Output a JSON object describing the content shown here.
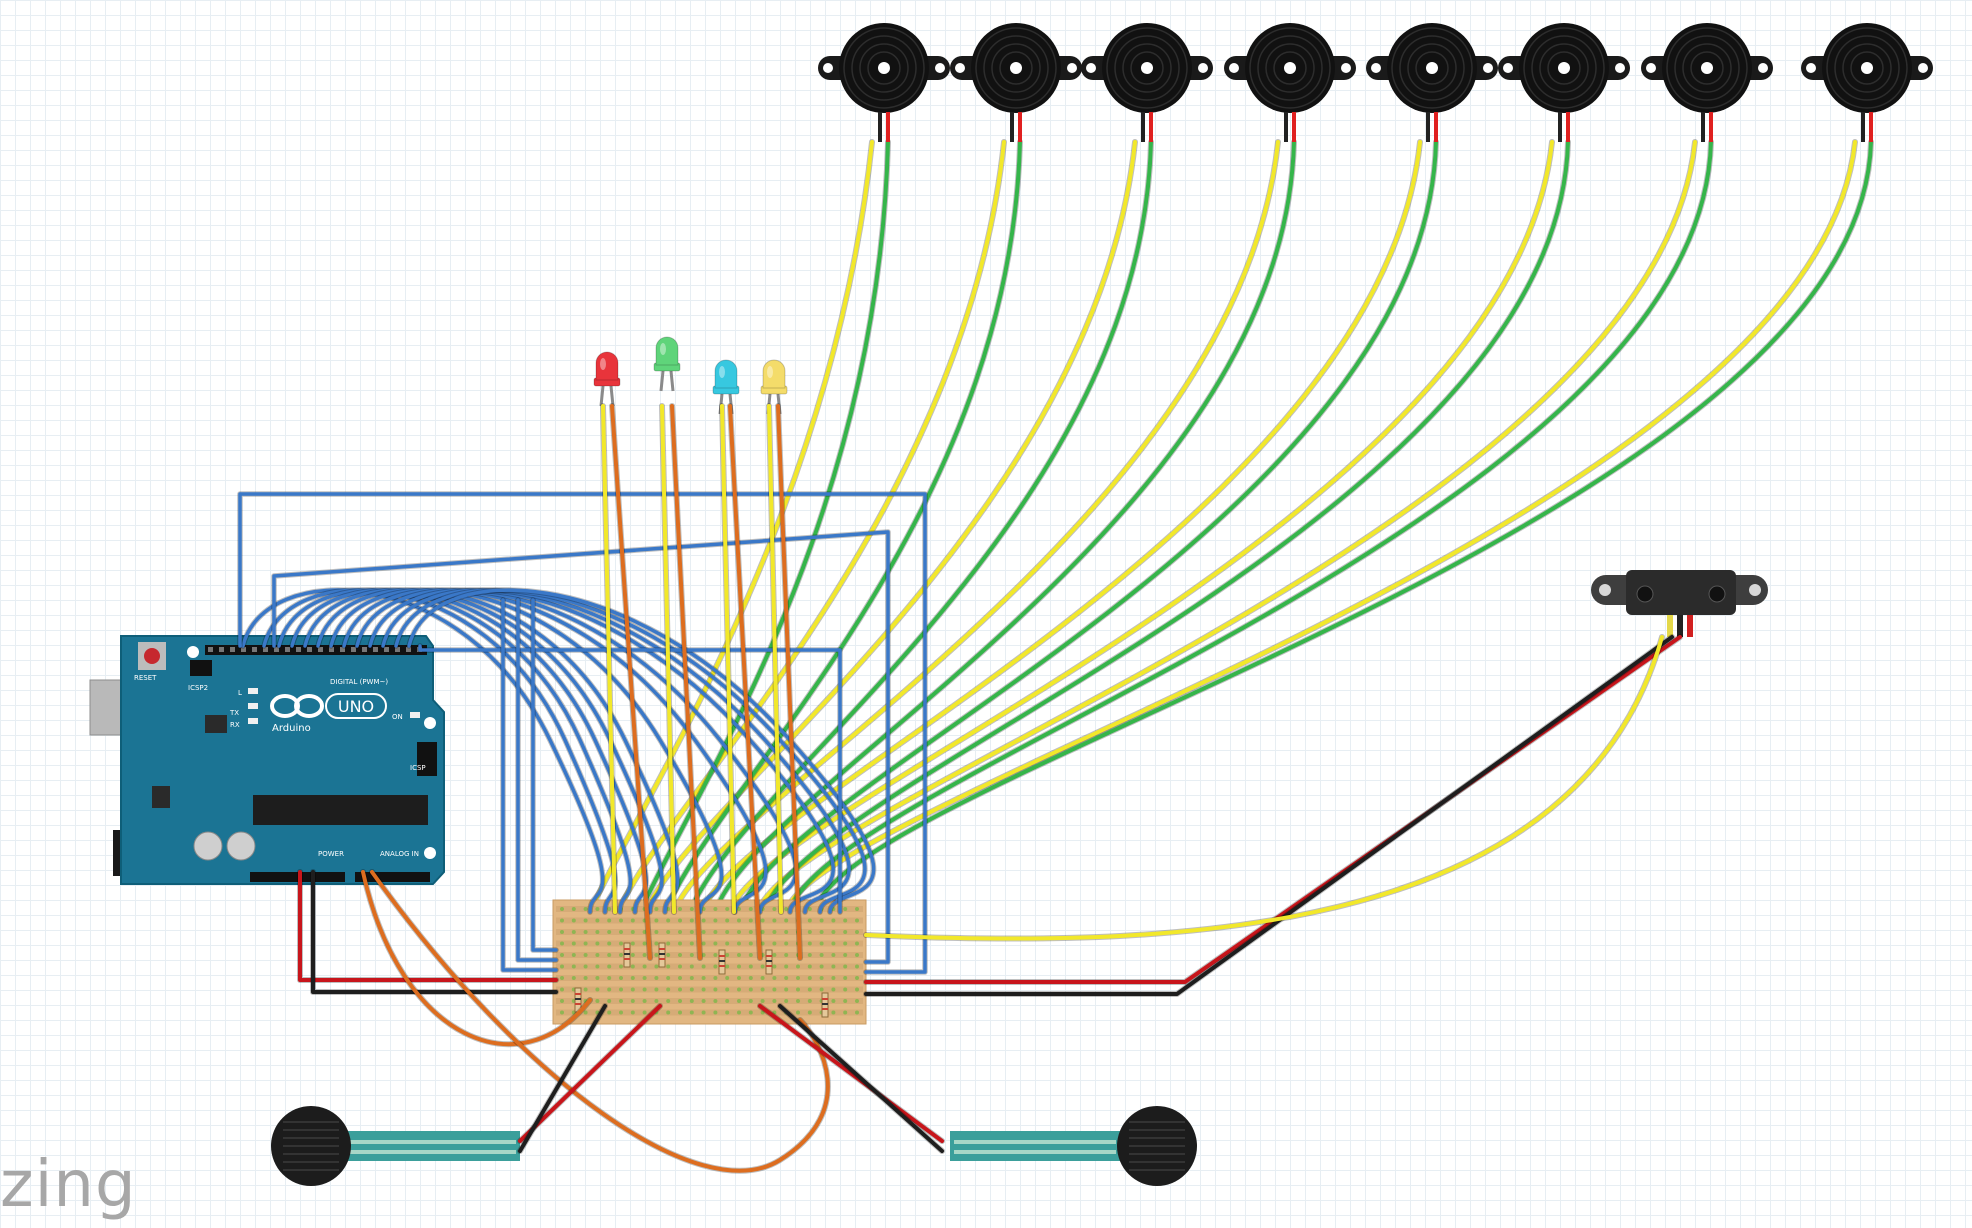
{
  "watermark": {
    "text": "zing"
  },
  "board": {
    "labels": {
      "reset": "RESET",
      "icsp2": "ICSP2",
      "digital": "DIGITAL (PWM~)",
      "brand": "Arduino",
      "model": "UNO",
      "on": "ON",
      "icsp": "ICSP",
      "power": "POWER",
      "analog": "ANALOG IN",
      "tx": "TX",
      "rx": "RX",
      "l": "L"
    }
  },
  "parts": {
    "buzzers": [
      "buzzer-1",
      "buzzer-2",
      "buzzer-3",
      "buzzer-4",
      "buzzer-5",
      "buzzer-6",
      "buzzer-7",
      "buzzer-8"
    ],
    "leds": [
      {
        "name": "led-red",
        "color": "#e8343b"
      },
      {
        "name": "led-green",
        "color": "#5fd47a"
      },
      {
        "name": "led-cyan",
        "color": "#37c8e0"
      },
      {
        "name": "led-yellow",
        "color": "#f4dc6a"
      }
    ],
    "sensors": [
      "ir-distance-sensor",
      "force-sensor-left",
      "force-sensor-right"
    ]
  },
  "colors": {
    "wire_yellow": "#f2e82a",
    "wire_green": "#35b54a",
    "wire_blue": "#3a78c8",
    "wire_orange": "#dd6d1f",
    "wire_red": "#c8151b",
    "wire_black": "#1e1e1e",
    "arduino": "#1b7494",
    "stripboard": "#e2b782"
  }
}
